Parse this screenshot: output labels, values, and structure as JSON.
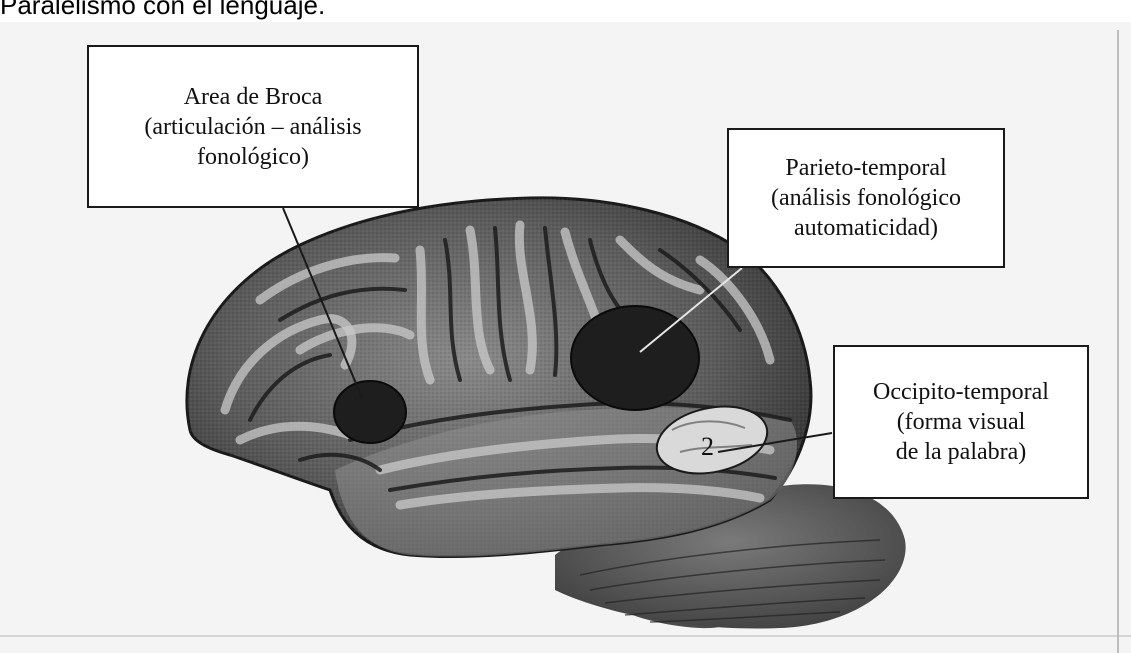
{
  "heading": "Paralelismo con el lenguaje.",
  "labels": {
    "broca": {
      "line1": "Area de Broca",
      "line2": "(articulación – análisis",
      "line3": "fonológico)"
    },
    "parieto_temporal": {
      "line1": "Parieto-temporal",
      "line2": "(análisis fonológico",
      "line3": "automaticidad)"
    },
    "occipito_temporal": {
      "line1": "Occipito-temporal",
      "line2": "(forma visual",
      "line3": "de la palabra)"
    }
  },
  "region_marker": "2",
  "colors": {
    "paper": "#ffffff",
    "ink": "#1a1a1a",
    "cortex_dark": "#3a3a3a",
    "cortex_mid": "#6e6e6e",
    "cortex_light": "#b8b8b8",
    "region_dark": "#1e1e1e",
    "region_light": "#d9d9d9"
  }
}
